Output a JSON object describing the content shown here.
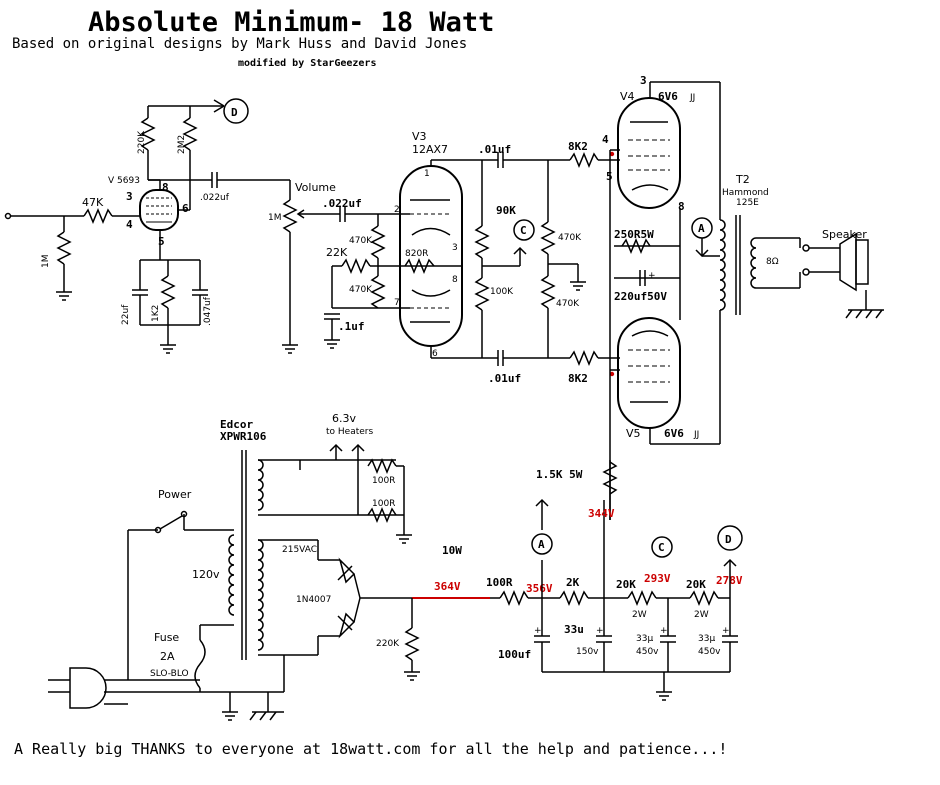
{
  "title": "Absolute Minimum- 18 Watt",
  "subtitle": "Based on original designs by Mark Huss and David Jones",
  "modified": "modified by StarGeezers",
  "footer": "A Really big THANKS to everyone at 18watt.com for all the help and patience...!",
  "labels": {
    "v5693": "V 5693",
    "r220k": "220K",
    "r2m2": "2M2",
    "c022_1": ".022uf",
    "r47k": "47K",
    "r1m_in": "1M",
    "pin3": "3",
    "pin8": "8",
    "pin6": "6",
    "pin4": "4",
    "pin5": "5",
    "c22uf": "22uf",
    "r1k2": "1K2",
    "c047": ".047uf",
    "volume": "Volume",
    "r1m_vol": "1M",
    "c022_2": ".022uf",
    "v3": "V3",
    "v3type": "12AX7",
    "r470k_a": "470K",
    "r22k": "22K",
    "r820r": "820R",
    "r470k_b": "470K",
    "c1uf": ".1uf",
    "c01_top": ".01uf",
    "r90k": "90K",
    "r100k": "100K",
    "r470k_c": "470K",
    "r470k_d": "470K",
    "c01_bot": ".01uf",
    "r8k2_top": "8K2",
    "r8k2_bot": "8K2",
    "v4": "V4",
    "v4type": "6V6",
    "jj": "JJ",
    "v5": "V5",
    "v5type": "6V6",
    "pin3_v4": "3",
    "pin4_v4": "4",
    "pin5_v4": "5",
    "pin8_v4": "8",
    "r250": "250R5W",
    "c220": "220uf50V",
    "t2": "T2",
    "hammond": "Hammond",
    "hammond_model": "125E",
    "speaker": "Speaker",
    "ohms": "8Ω",
    "edcor": "Edcor",
    "xpwr": "XPWR106",
    "heater_v": "6.3v",
    "heater_to": "to Heaters",
    "r100r_a": "100R",
    "r100r_b": "100R",
    "power": "Power",
    "v120": "120v",
    "fuse": "Fuse",
    "fuse_a": "2A",
    "fuse_type": "SLO-BLO",
    "vac": "215VAC",
    "diode": "1N4007",
    "r220k_b": "220K",
    "w10": "10W",
    "r1k5": "1.5K 5W",
    "r100r_c": "100R",
    "r2k": "2K",
    "r20k_a": "20K",
    "r20k_b": "20K",
    "w2_a": "2W",
    "w2_b": "2W",
    "c100uf": "100uf",
    "c33u": "33u",
    "v150": "150v",
    "c33a": "33μ",
    "v450a": "450v",
    "c33b": "33μ",
    "v450b": "450v",
    "node_a": "A",
    "node_c": "C",
    "node_d": "D"
  },
  "voltages": {
    "v344": "344V",
    "v364": "364V",
    "v356": "356V",
    "v293": "293V",
    "v278": "278V"
  }
}
